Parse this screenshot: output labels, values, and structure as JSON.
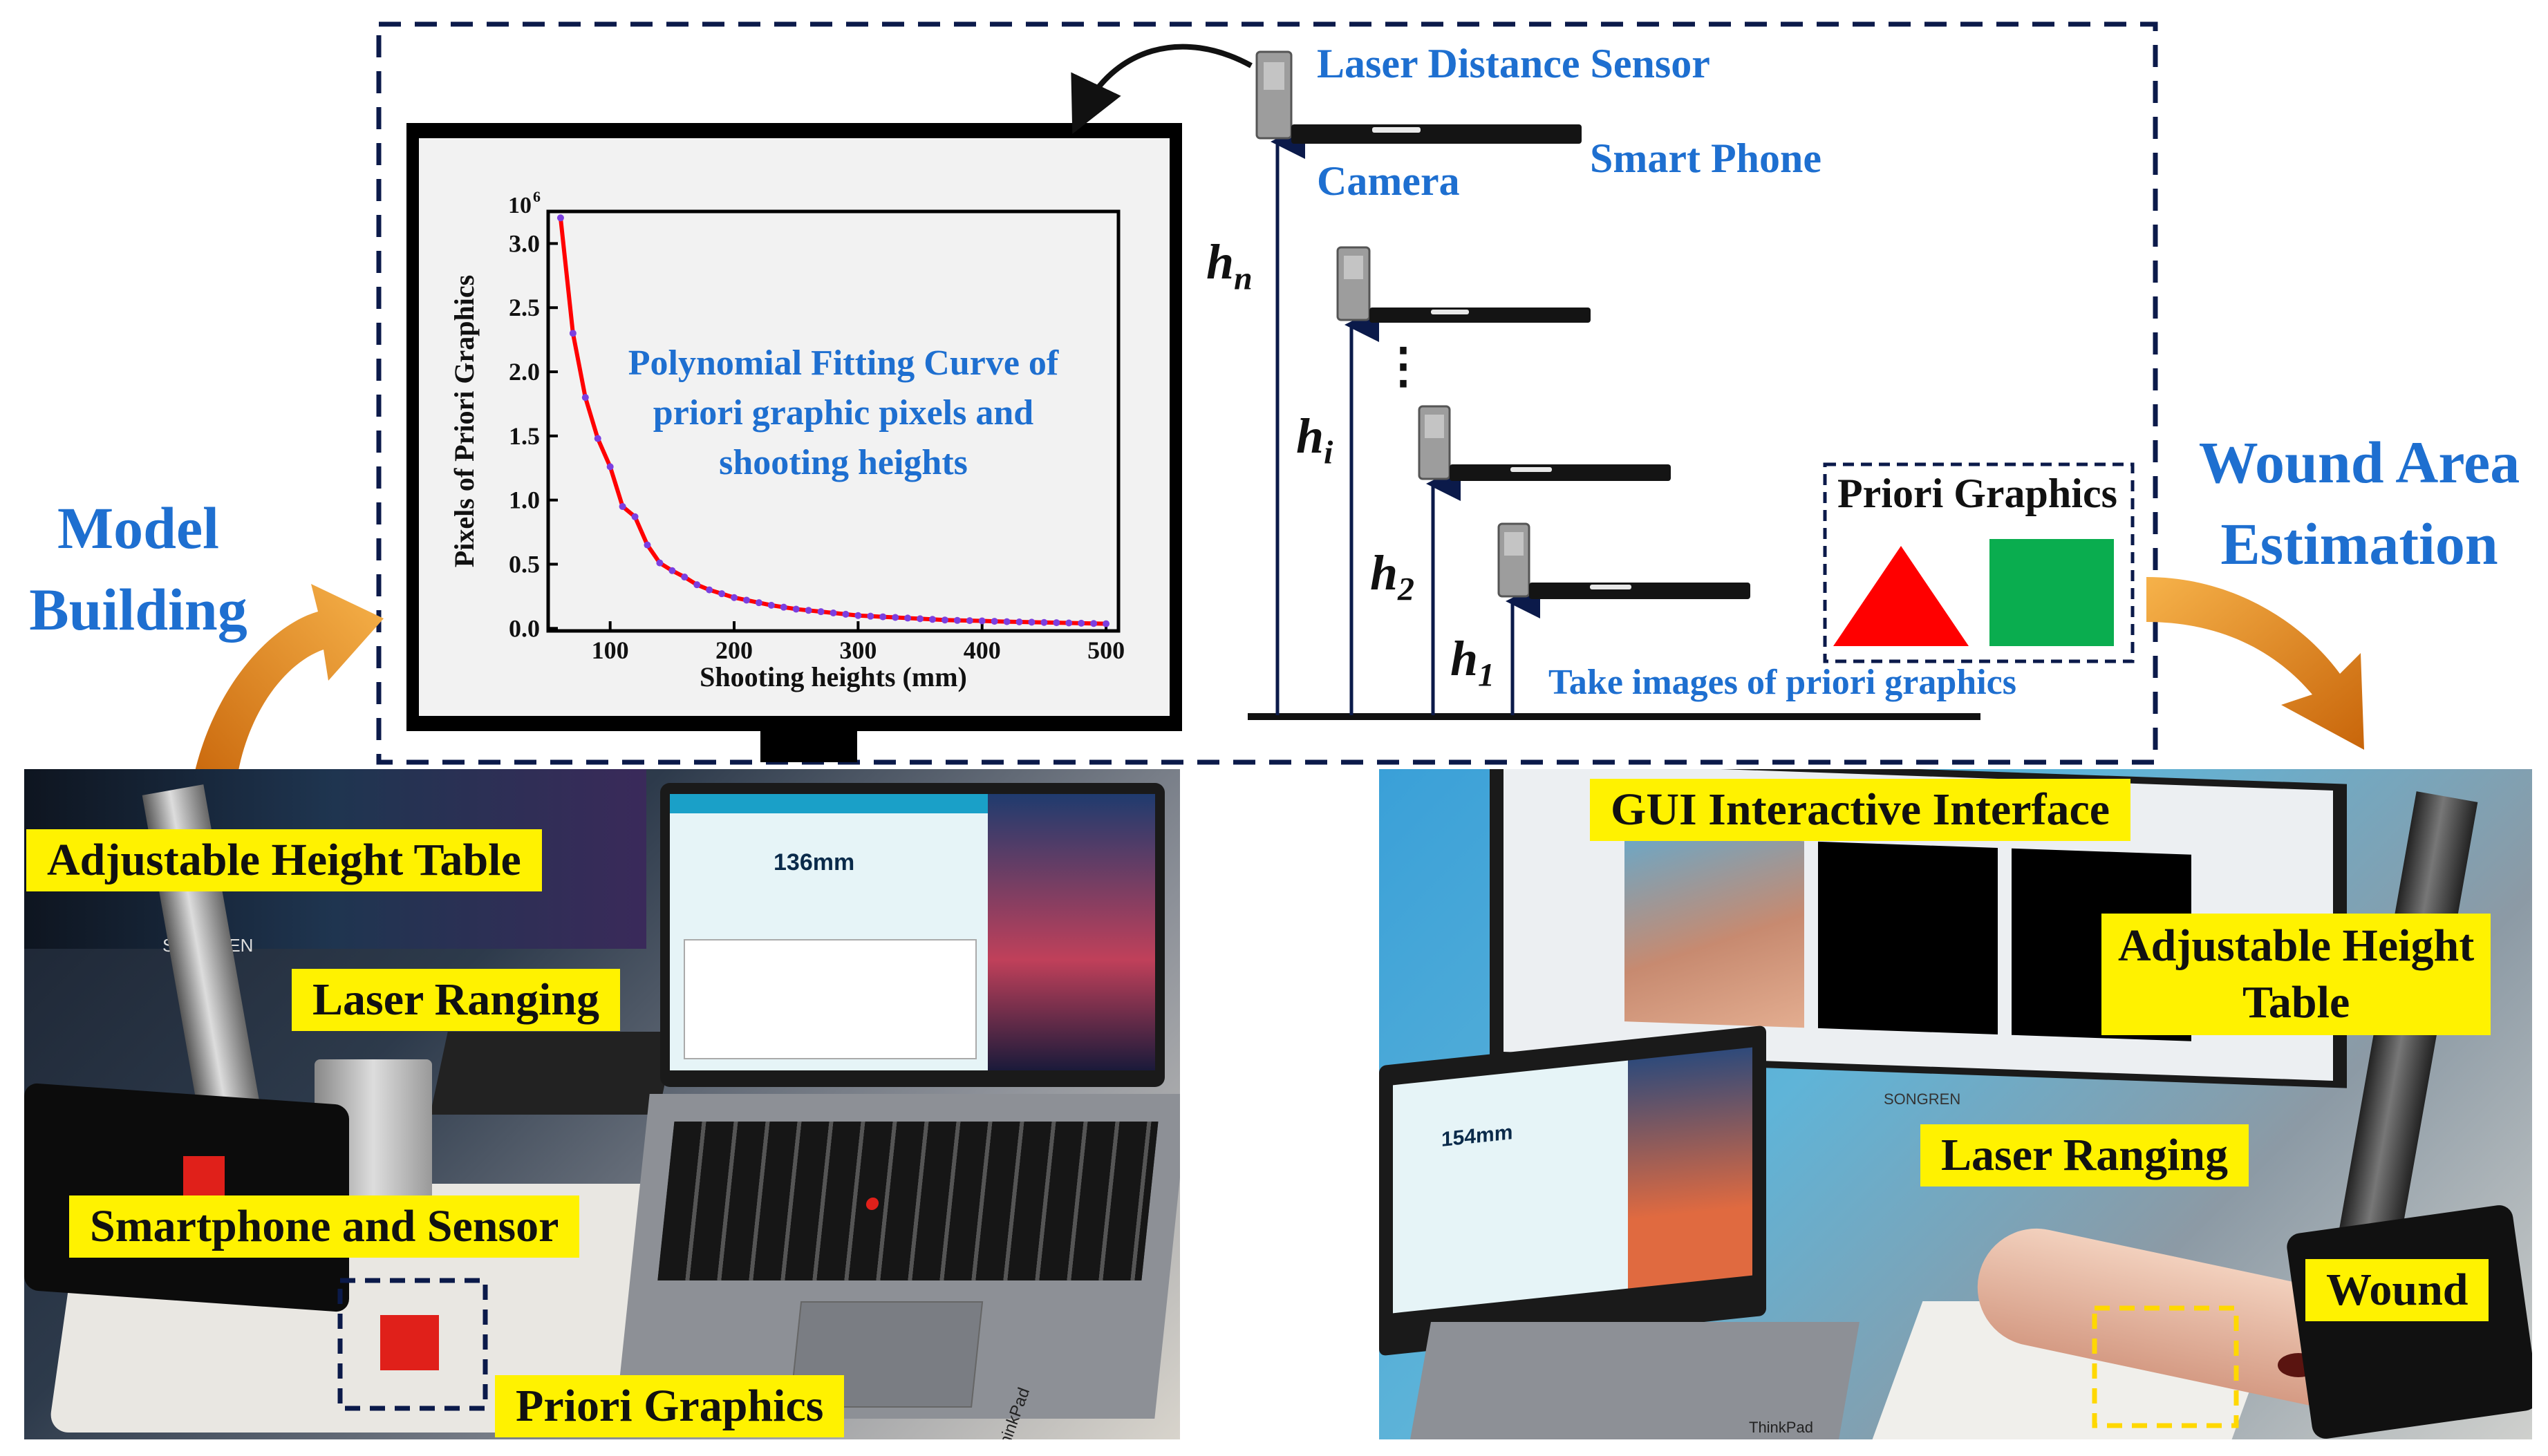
{
  "diagram": {
    "left_title_line1": "Model",
    "left_title_line2": "Building",
    "right_title_line1": "Wound Area",
    "right_title_line2": "Estimation",
    "chart_caption_line1": "Polynomial Fitting Curve of",
    "chart_caption_line2": "priori graphic pixels and",
    "chart_caption_line3": "shooting  heights",
    "laser_sensor_label": "Laser Distance Sensor",
    "smart_phone_label": "Smart Phone",
    "camera_label": "Camera",
    "height_labels": {
      "hn_main": "h",
      "hn_sub": "n",
      "hi_main": "h",
      "hi_sub": "i",
      "h2_main": "h",
      "h2_sub": "2",
      "h1_main": "h",
      "h1_sub": "1"
    },
    "ellipsis": "⋮",
    "priori_box_title": "Priori Graphics",
    "take_images_label": "Take images of priori graphics"
  },
  "photo_left": {
    "label_table": "Adjustable Height Table",
    "label_laser": "Laser Ranging",
    "label_phone": "Smartphone and Sensor",
    "label_priori": "Priori Graphics",
    "screen_reading": "136mm",
    "monitor_brand": "SONGREN",
    "laptop_brand": "ThinkPad"
  },
  "photo_right": {
    "label_gui": "GUI Interactive Interface",
    "label_table_line1": "Adjustable Height",
    "label_table_line2": "Table",
    "label_laser": "Laser Ranging",
    "label_wound": "Wound",
    "screen_reading": "154mm",
    "monitor_brand": "SONGREN",
    "laptop_brand": "ThinkPad"
  },
  "colors": {
    "accent_blue": "#1e6fd0",
    "dash_navy": "#0b1a4a",
    "label_yellow": "#fff200",
    "triangle_red": "#ff0000",
    "square_green": "#0aad4f",
    "arrow_orange": "#e8850f"
  },
  "chart_data": {
    "type": "line",
    "xlabel": "Shooting heights (mm)",
    "ylabel": "Pixels of Priori Graphics",
    "y_multiplier": "10^6",
    "xlim": [
      50,
      510
    ],
    "ylim": [
      -0.02,
      3.25
    ],
    "xticks": [
      100,
      200,
      300,
      400,
      500
    ],
    "yticks": [
      0.0,
      0.5,
      1.0,
      1.5,
      2.0,
      2.5,
      3.0
    ],
    "ytick_labels": [
      "0.0",
      "0.5",
      "1.0",
      "1.5",
      "2.0",
      "2.5",
      "3.0"
    ],
    "grid": false,
    "series": [
      {
        "line_color": "#ff0000",
        "marker_color": "#7b3fe0",
        "x": [
          60,
          70,
          80,
          90,
          100,
          110,
          120,
          130,
          140,
          150,
          160,
          170,
          180,
          190,
          200,
          210,
          220,
          230,
          240,
          250,
          260,
          270,
          280,
          290,
          300,
          310,
          320,
          330,
          340,
          350,
          360,
          370,
          380,
          390,
          400,
          410,
          420,
          430,
          440,
          450,
          460,
          470,
          480,
          490,
          500
        ],
        "y": [
          3.2,
          2.3,
          1.8,
          1.48,
          1.26,
          0.95,
          0.87,
          0.65,
          0.51,
          0.45,
          0.4,
          0.34,
          0.3,
          0.27,
          0.24,
          0.22,
          0.2,
          0.18,
          0.165,
          0.15,
          0.14,
          0.13,
          0.12,
          0.11,
          0.1,
          0.095,
          0.09,
          0.085,
          0.08,
          0.075,
          0.07,
          0.065,
          0.062,
          0.06,
          0.058,
          0.055,
          0.052,
          0.05,
          0.048,
          0.046,
          0.044,
          0.042,
          0.04,
          0.038,
          0.036
        ]
      }
    ]
  }
}
